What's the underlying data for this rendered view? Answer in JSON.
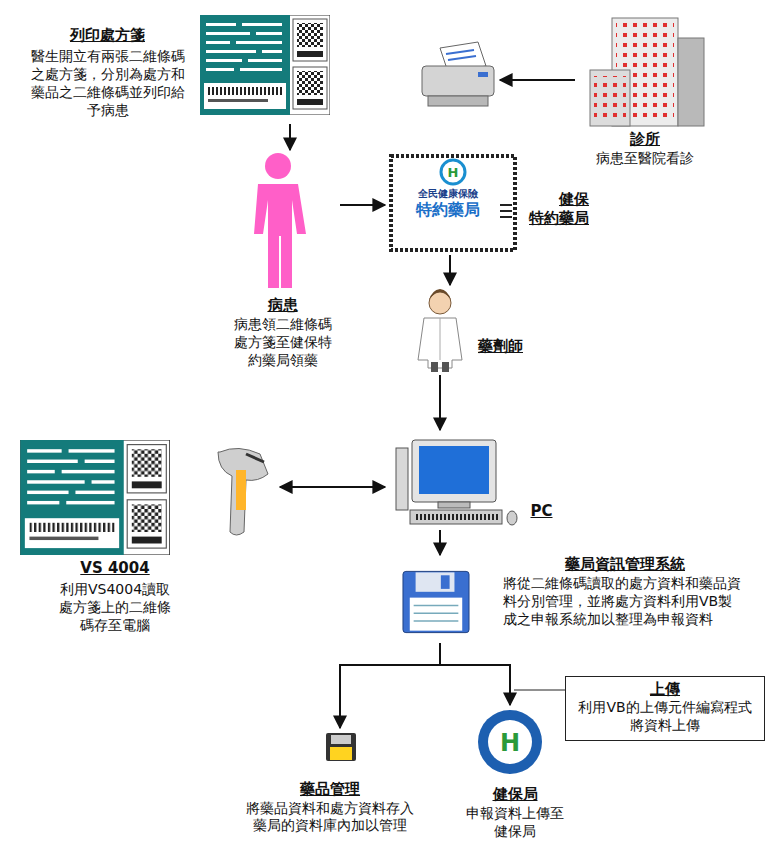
{
  "diagram": {
    "nodes": [
      {
        "text": [
          "列印處方箋",
          "醫生開立有兩張二維條碼之處方箋，分別為處方和藥品之二維條碼並列印給予病患"
        ]
      },
      {
        "text": [
          "診所",
          "病患至醫院看診"
        ]
      },
      {
        "text": [
          "病患",
          "病患領二維條碼處方箋至健保特約藥局領藥"
        ]
      },
      {
        "text": [
          "健保 特約藥局"
        ]
      },
      {
        "text": [
          "藥劑師"
        ]
      },
      {
        "text": [
          "VS 4004",
          "利用VS4004讀取處方箋上的二維條碼存至電腦"
        ]
      },
      {
        "text": [
          "PC"
        ]
      },
      {
        "text": [
          "藥局資訊管理系統",
          "將從二維條碼讀取的處方資料和藥品資料分別管理，並將處方資料利用VB製成之申報系統加以整理為申報資料"
        ]
      },
      {
        "text": [
          "上傳",
          "利用VB的上傳元件編寫程式將資料上傳"
        ]
      },
      {
        "text": [
          "藥品管理",
          "將藥品資料和處方資料存入藥局的資料庫內加以管理"
        ]
      },
      {
        "text": [
          "健保局",
          "申報資料上傳至健保局"
        ]
      }
    ],
    "edges": [
      {
        "from": 1,
        "to": 0,
        "arrow": "to"
      },
      {
        "from": 0,
        "to": 2,
        "arrow": "to"
      },
      {
        "from": 2,
        "to": 3,
        "arrow": "to"
      },
      {
        "from": 3,
        "to": 4,
        "arrow": "to"
      },
      {
        "from": 4,
        "to": 6,
        "arrow": "to"
      },
      {
        "from": 5,
        "to": 6,
        "arrow": "both"
      },
      {
        "from": 6,
        "to": 7,
        "arrow": "to"
      },
      {
        "from": 7,
        "to": 9,
        "arrow": "to"
      },
      {
        "from": 7,
        "to": 10,
        "arrow": "to"
      }
    ],
    "labels": [
      "全民健康保險",
      "特約藥局"
    ]
  }
}
